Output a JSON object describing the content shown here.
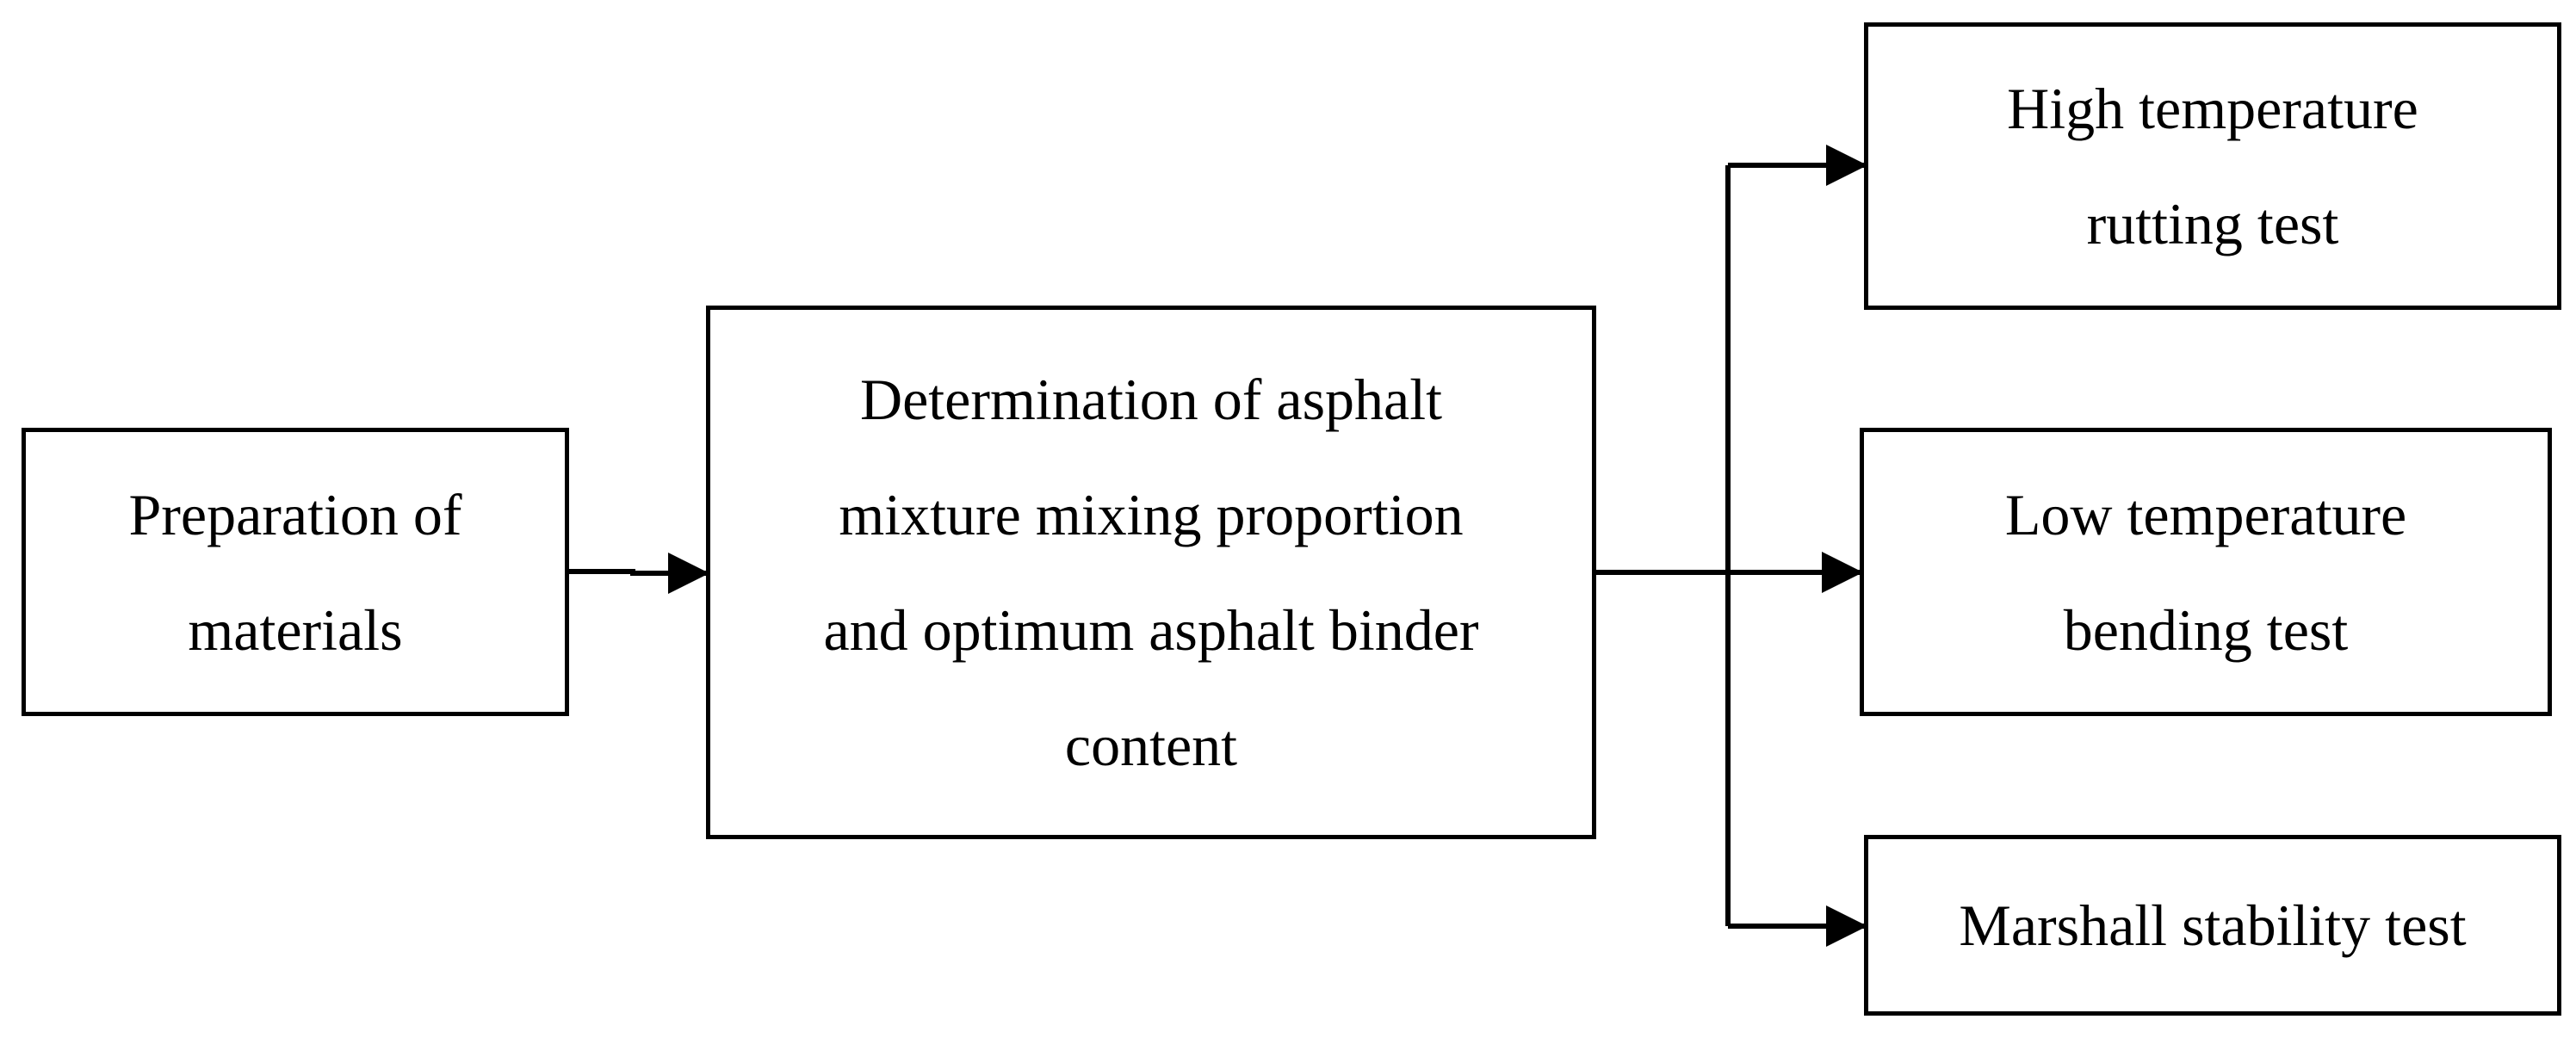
{
  "diagram": {
    "type": "flowchart",
    "nodes": [
      {
        "id": "prep",
        "lines": [
          "Preparation of",
          "materials"
        ]
      },
      {
        "id": "mix",
        "lines": [
          "Determination of asphalt",
          "mixture mixing proportion",
          "and optimum asphalt binder",
          "content"
        ]
      },
      {
        "id": "high",
        "lines": [
          "High temperature",
          "rutting test"
        ]
      },
      {
        "id": "low",
        "lines": [
          "Low temperature",
          "bending test"
        ]
      },
      {
        "id": "marshall",
        "lines": [
          "Marshall stability test"
        ]
      }
    ],
    "edges": [
      {
        "from": "prep",
        "to": "mix"
      },
      {
        "from": "mix",
        "to": "high"
      },
      {
        "from": "mix",
        "to": "low"
      },
      {
        "from": "mix",
        "to": "marshall"
      }
    ],
    "colors": {
      "line": "#000000",
      "box_fill": "#ffffff",
      "background": "#ffffff"
    }
  }
}
